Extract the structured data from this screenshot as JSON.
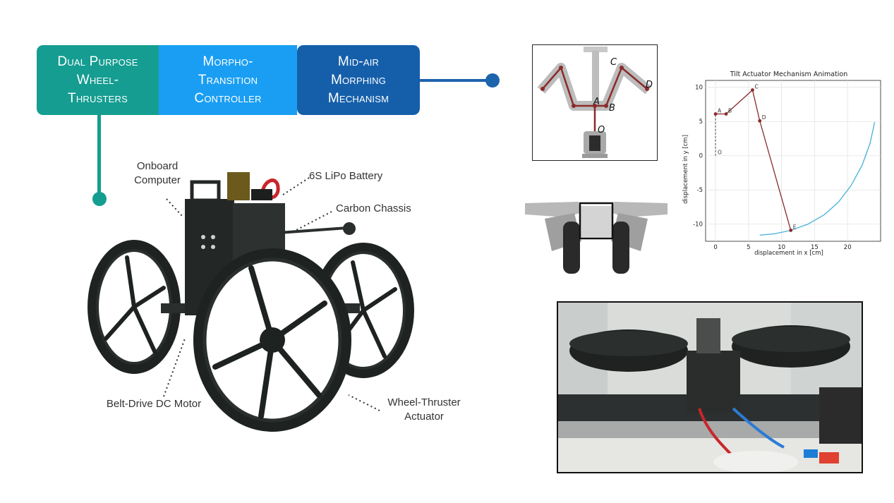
{
  "tabs": [
    {
      "label": "Dual Purpose\nWheel-\nThrusters",
      "color": "#159d91"
    },
    {
      "label": "Morpho-\nTransition\nController",
      "color": "#1a9ef3"
    },
    {
      "label": "Mid-air\nMorphing\nMechanism",
      "color": "#155faa"
    }
  ],
  "callouts": {
    "onboard_computer": "Onboard\nComputer",
    "battery": "6S LiPo Battery",
    "chassis": "Carbon Chassis",
    "motor": "Belt-Drive DC Motor",
    "actuator": "Wheel-Thruster\nActuator"
  },
  "linkage_labels": {
    "a": "A",
    "b": "B",
    "c": "C",
    "d": "D",
    "o": "O"
  },
  "chart_data": {
    "type": "line",
    "title": "Tilt Actuator Mechanism Animation",
    "xlabel": "displacement in x [cm]",
    "ylabel": "displacement in y [cm]",
    "xlim": [
      -1.5,
      25
    ],
    "ylim": [
      -12.5,
      11
    ],
    "xticks": [
      0,
      5,
      10,
      15,
      20
    ],
    "yticks": [
      10,
      5,
      0,
      -5,
      -10
    ],
    "grid": true,
    "points": [
      {
        "name": "O",
        "x": 0,
        "y": 0
      },
      {
        "name": "A",
        "x": 0,
        "y": 6.1
      },
      {
        "name": "B",
        "x": 1.6,
        "y": 6.1
      },
      {
        "name": "C",
        "x": 5.6,
        "y": 9.6
      },
      {
        "name": "D",
        "x": 6.7,
        "y": 5.1
      },
      {
        "name": "E",
        "x": 11.4,
        "y": -10.9
      }
    ],
    "trajectory": {
      "color": "#4fb6dc",
      "x": [
        6.7,
        9,
        11.4,
        14,
        16.5,
        18.6,
        20.5,
        22.2,
        23.4,
        24.1
      ],
      "y": [
        -11.6,
        -11.4,
        -10.9,
        -10,
        -8.6,
        -6.8,
        -4.4,
        -1.4,
        1.8,
        4.9
      ]
    },
    "link_color": "#8b2a2a"
  }
}
